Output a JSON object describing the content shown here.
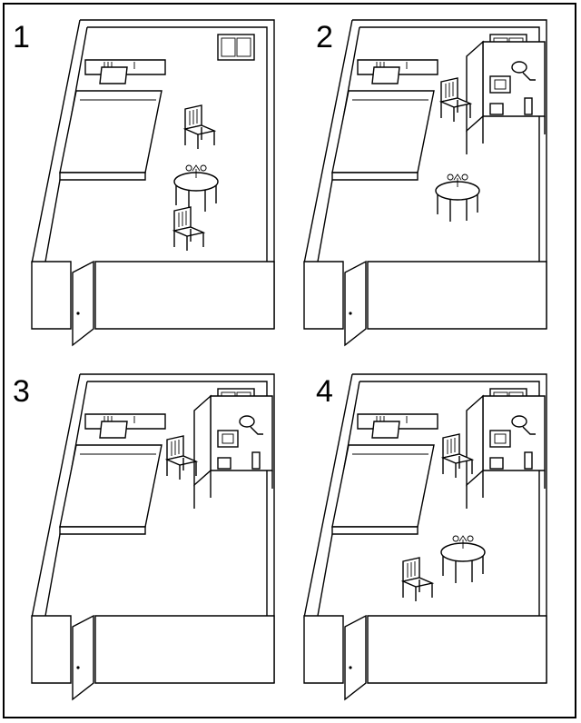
{
  "panels": [
    {
      "label": "1",
      "furniture": [
        "bed",
        "chair",
        "round-table",
        "chair"
      ]
    },
    {
      "label": "2",
      "furniture": [
        "bed",
        "chair",
        "desk",
        "round-table"
      ]
    },
    {
      "label": "3",
      "furniture": [
        "bed",
        "chair",
        "desk"
      ]
    },
    {
      "label": "4",
      "furniture": [
        "bed",
        "chair",
        "desk",
        "round-table",
        "chair"
      ]
    }
  ]
}
